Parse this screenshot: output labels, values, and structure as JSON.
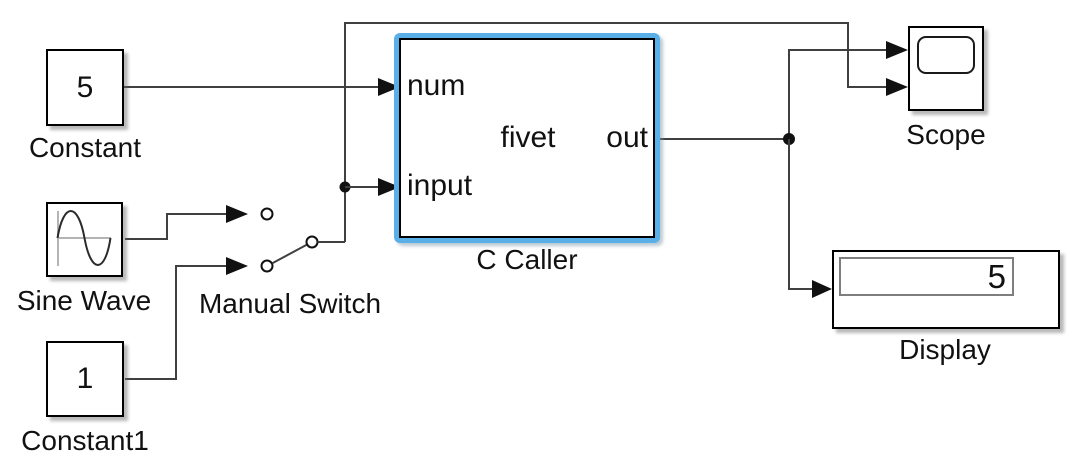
{
  "diagram": {
    "background": "#ffffff",
    "colors": {
      "selection_highlight": "#5AAFE6",
      "wire": "#404040",
      "block_border": "#000000",
      "display_field_border": "#7e7e7e"
    },
    "blocks": {
      "constant": {
        "label": "Constant",
        "value": "5"
      },
      "sine_wave": {
        "label": "Sine Wave"
      },
      "constant1": {
        "label": "Constant1",
        "value": "1"
      },
      "manual_switch": {
        "label": "Manual Switch"
      },
      "c_caller": {
        "label": "C Caller",
        "function_name": "fivet",
        "ports": {
          "in1": "num",
          "in2": "input",
          "out": "out"
        }
      },
      "scope": {
        "label": "Scope"
      },
      "display": {
        "label": "Display",
        "value": "5"
      }
    }
  }
}
